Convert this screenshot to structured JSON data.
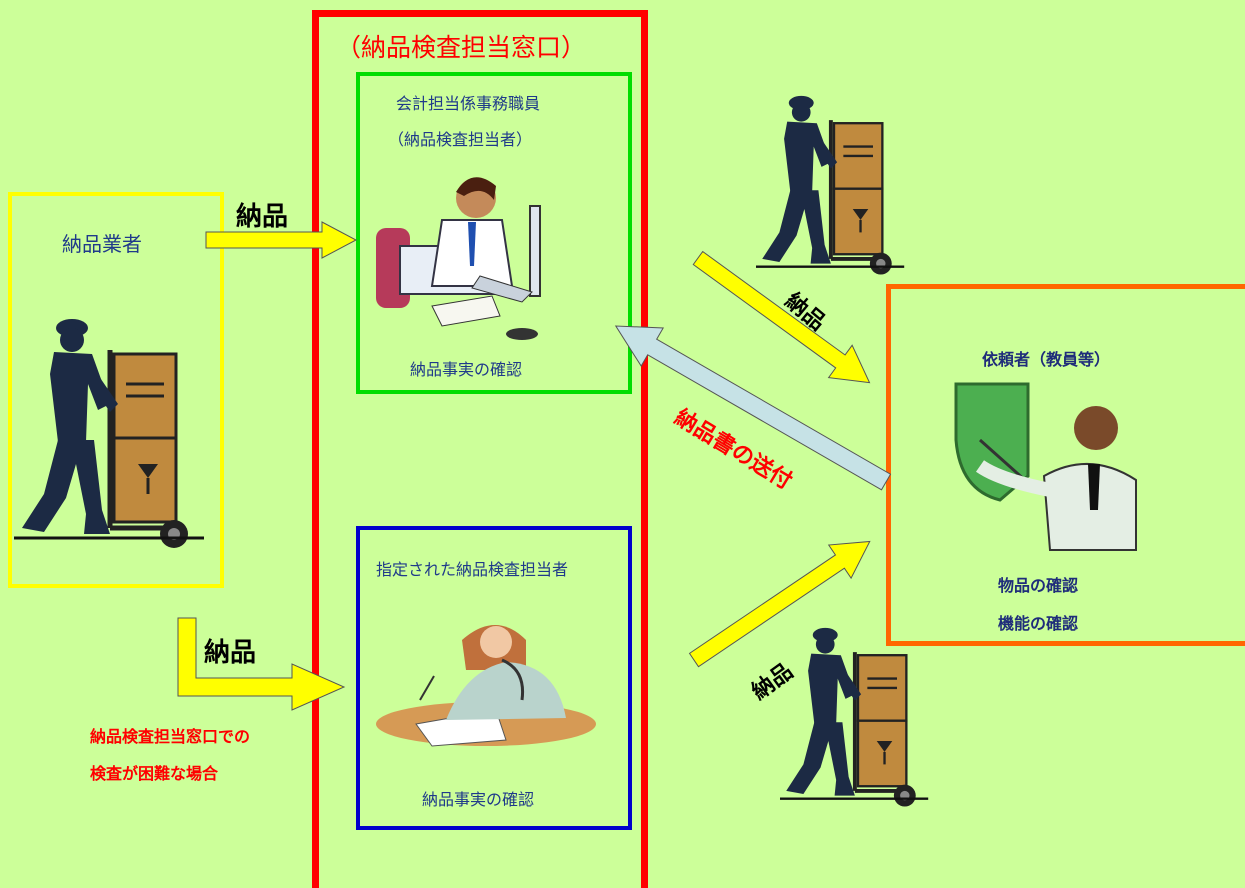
{
  "window_label": "（納品検査担当窓口）",
  "vendor": {
    "label": "納品業者"
  },
  "accounting": {
    "title": "会計担当係事務職員",
    "subtitle": "（納品検査担当者）",
    "caption": "納品事実の確認"
  },
  "designated": {
    "title": "指定された納品検査担当者",
    "caption": "納品事実の確認"
  },
  "requester": {
    "title": "依頼者（教員等）",
    "line1": "物品の確認",
    "line2": "機能の確認"
  },
  "arrows": {
    "delivery_top": "納品",
    "delivery_bottom": "納品",
    "delivery_diag_up": "納品",
    "delivery_diag_down": "納品",
    "send_invoice": "納品書の送付"
  },
  "difficult_case": {
    "line1": "納品検査担当窓口での",
    "line2": "検査が困難な場合"
  },
  "colors": {
    "background": "#ccff99",
    "window_border": "#ff0000",
    "accounting_border": "#00dd00",
    "designated_border": "#0000cc",
    "vendor_border": "#ffff00",
    "requester_border": "#ff6600",
    "arrow_yellow": "#ffff00",
    "arrow_blue": "#c6e2e6"
  }
}
